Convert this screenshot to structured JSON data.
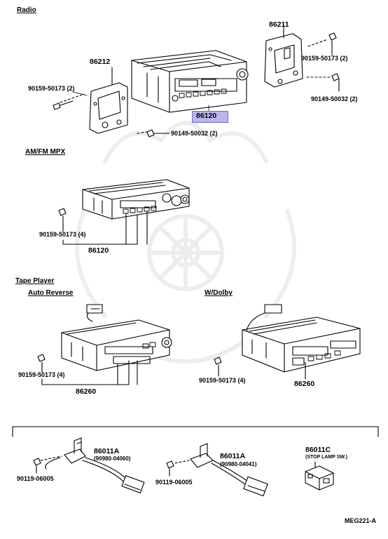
{
  "sections": {
    "radio": "Radio",
    "amfm": "AM/FM MPX",
    "tape": "Tape Player",
    "auto_reverse": "Auto Reverse",
    "dolby": "W/Dolby"
  },
  "radio": {
    "main_part": "86120",
    "left_bracket": "86212",
    "right_bracket": "86211",
    "screw_left": "90159-50173 (2)",
    "screw_right": "90159-50173 (2)",
    "bolt_right": "90149-50032 (2)",
    "bolt_bottom": "90149-50032 (2)",
    "highlight_color": "#b7b6ee"
  },
  "amfm": {
    "main_part": "86120",
    "screw": "90159-50173 (4)"
  },
  "tape_auto_reverse": {
    "main_part": "86260",
    "screw": "90159-50173 (4)"
  },
  "tape_dolby": {
    "main_part": "86260",
    "screw": "90159-50173 (4)"
  },
  "lower_panel": {
    "relay_a_part": "86011A",
    "relay_a_sub": "(90980-04060)",
    "screw_a": "90119-06005",
    "relay_b_part": "86011A",
    "relay_b_sub": "(90980-04041)",
    "screw_b": "90119-06005",
    "connector_c_part": "86011C",
    "connector_c_note": "(STOP LAMP SW.)"
  },
  "diagram_code": "MEG221-A"
}
